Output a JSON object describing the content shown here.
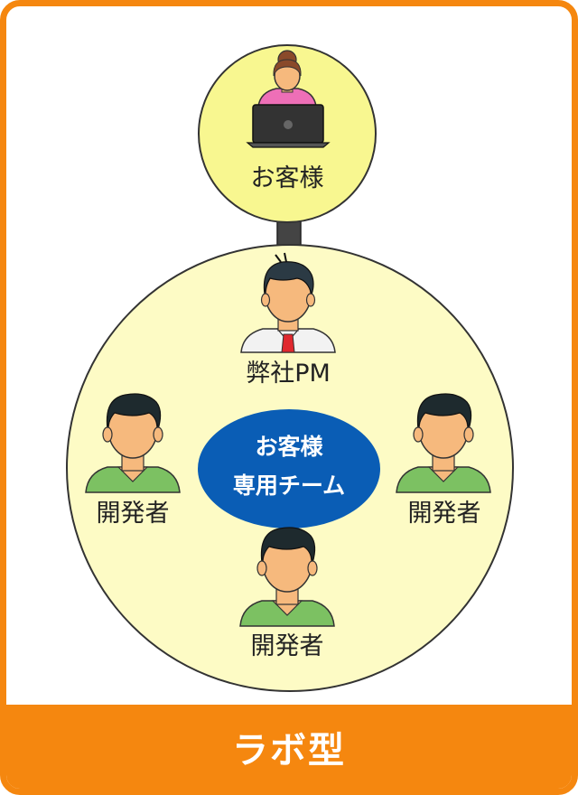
{
  "colors": {
    "frame": "#f5870f",
    "circle_fill": "#fdfbc5",
    "customer_circle_fill": "#f8f790",
    "team_ellipse": "#0a5db5",
    "connector": "#444444",
    "developer_shirt": "#7cc162",
    "customer_shirt": "#ee6fb7",
    "pm_tie": "#e0282e"
  },
  "customer": {
    "label": "お客様",
    "icon": "customer-with-laptop-icon"
  },
  "pm": {
    "label": "弊社PM",
    "icon": "project-manager-icon"
  },
  "team": {
    "line1": "お客様",
    "line2": "専用チーム"
  },
  "developers": [
    {
      "label": "開発者",
      "icon": "developer-icon"
    },
    {
      "label": "開発者",
      "icon": "developer-icon"
    },
    {
      "label": "開発者",
      "icon": "developer-icon"
    }
  ],
  "footer": {
    "title": "ラボ型"
  }
}
